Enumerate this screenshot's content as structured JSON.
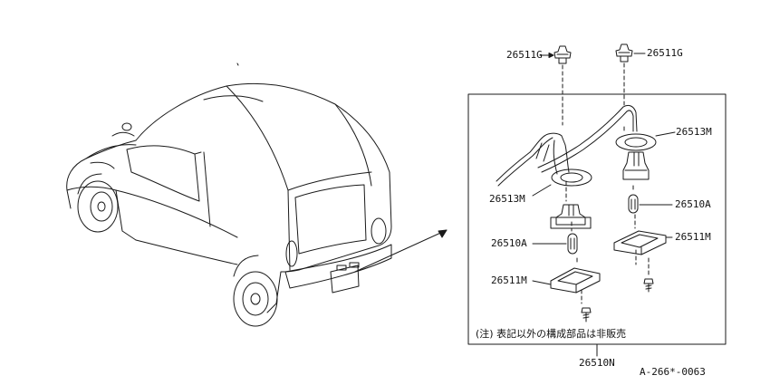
{
  "labels": {
    "clip_left": "26511G",
    "clip_right": "26511G",
    "gasket_right": "26513M",
    "gasket_left": "26513M",
    "bulb_right": "26510A",
    "bulb_left": "26510A",
    "lens_right": "26511M",
    "lens_left": "26511M",
    "assembly": "26510N"
  },
  "note": "(注) 表記以外の構成部品は非販売",
  "diagram_code": "A-266*-0063"
}
